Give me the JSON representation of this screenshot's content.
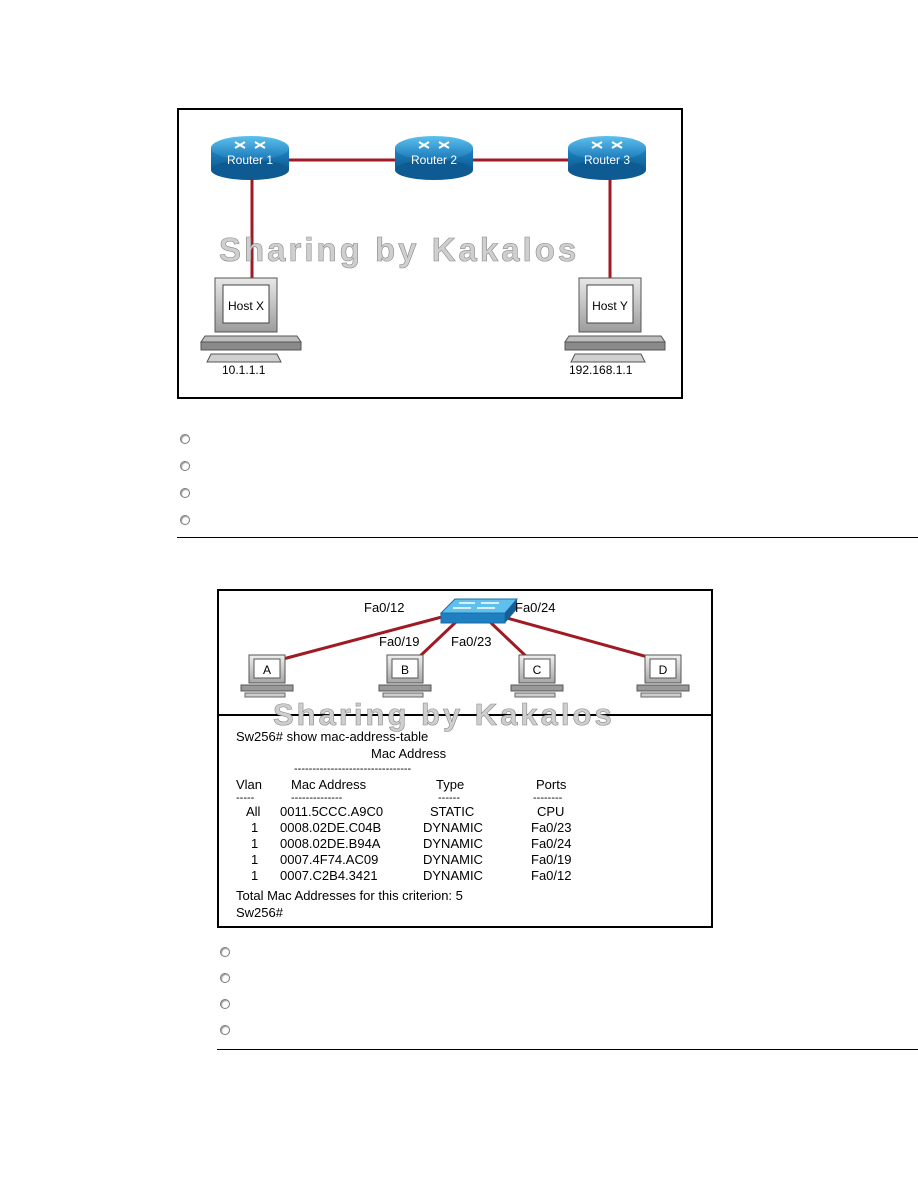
{
  "figure1": {
    "routers": [
      "Router 1",
      "Router 2",
      "Router 3"
    ],
    "hosts": [
      {
        "label": "Host X",
        "ip": "10.1.1.1"
      },
      {
        "label": "Host Y",
        "ip": "192.168.1.1"
      }
    ],
    "watermark": "Sharing by Kakalos"
  },
  "figure2": {
    "ports": {
      "a": "Fa0/12",
      "b": "Fa0/19",
      "c": "Fa0/23",
      "d": "Fa0/24"
    },
    "hosts": [
      "A",
      "B",
      "C",
      "D"
    ],
    "watermark": "Sharing by Kakalos",
    "cli": {
      "command": "Sw256# show mac-address-table",
      "subtitle": "Mac Address",
      "dashes_top": "--------------------------------",
      "headers": [
        "Vlan",
        "Mac Address",
        "Type",
        "Ports"
      ],
      "underlines": [
        "-----",
        "--------------",
        "------",
        "--------"
      ],
      "rows": [
        [
          "All",
          "0011.5CCC.A9C0",
          "STATIC",
          "CPU"
        ],
        [
          "1",
          "0008.02DE.C04B",
          "DYNAMIC",
          "Fa0/23"
        ],
        [
          "1",
          "0008.02DE.B94A",
          "DYNAMIC",
          "Fa0/24"
        ],
        [
          "1",
          "0007.4F74.AC09",
          "DYNAMIC",
          "Fa0/19"
        ],
        [
          "1",
          "0007.C2B4.3421",
          "DYNAMIC",
          "Fa0/12"
        ]
      ],
      "total": "Total Mac Addresses for this criterion: 5",
      "prompt": "Sw256#"
    }
  },
  "colors": {
    "link": "#a01a24",
    "router": "#2a8ec8",
    "switch": "#3aa0d8"
  }
}
